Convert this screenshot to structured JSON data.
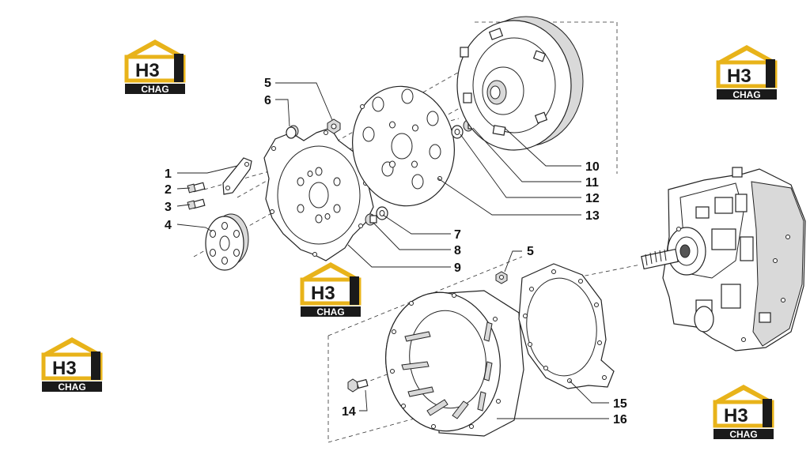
{
  "logo": {
    "mark": "H3",
    "word": "CHAG",
    "color_gold": "#E8B31A",
    "color_black": "#1A1A1A"
  },
  "callouts": {
    "c1": "1",
    "c2": "2",
    "c3": "3",
    "c4": "4",
    "c5a": "5",
    "c6": "6",
    "c7": "7",
    "c8": "8",
    "c9": "9",
    "c10": "10",
    "c11": "11",
    "c12": "12",
    "c13": "13",
    "c5b": "5",
    "c14": "14",
    "c15": "15",
    "c16": "16"
  }
}
